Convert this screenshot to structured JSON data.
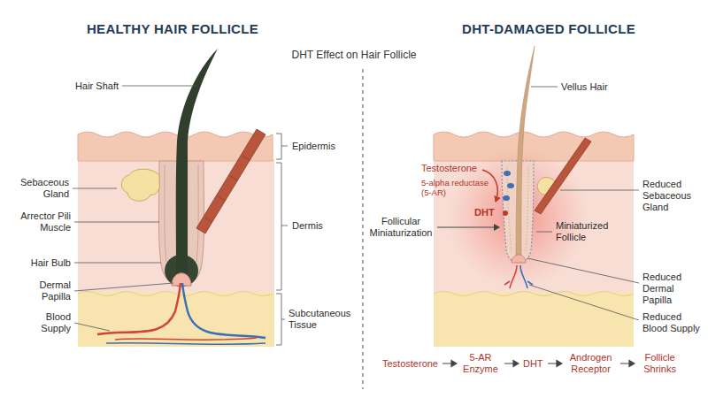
{
  "diagram": {
    "title": "DHT Effect on Hair Follicle",
    "labels": [
      "HEALTHY HAIR FOLLICLE",
      "DHT-DAMAGED FOLLICLE",
      "Hair Shaft",
      "Epidermis",
      "Sebaceous Gland",
      "Dermis",
      "Arrector Pili Muscle",
      "Hair Bulb",
      "Dermal Papilla",
      "Blood Supply",
      "Subcutaneous Tissue",
      "Vellus Hair",
      "Testosterone",
      "5-alpha reductase (5-AR)",
      "DHT",
      "Follicular Miniaturization",
      "Miniaturized Follicle",
      "Reduced Sebaceous Gland",
      "Reduced Dermal Papilla",
      "Reduced Blood Supply",
      "Testosterone",
      "5-AR Enzyme",
      "DHT",
      "Androgen Receptor",
      "Follicle Shrinks"
    ]
  }
}
